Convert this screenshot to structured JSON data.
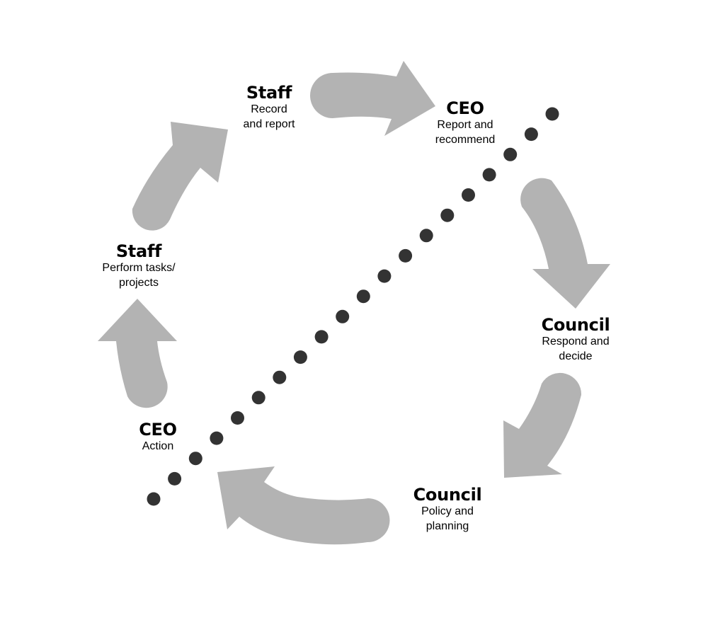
{
  "colors": {
    "arrow": "#b3b3b3",
    "dots": "#333333",
    "text": "#000000",
    "background": "#ffffff"
  },
  "nodes": [
    {
      "id": "staff-record",
      "title": "Staff",
      "description": "Record\nand report"
    },
    {
      "id": "ceo-report",
      "title": "CEO",
      "description": "Report and\nrecommend"
    },
    {
      "id": "council-respond",
      "title": "Council",
      "description": "Respond and\ndecide"
    },
    {
      "id": "council-policy",
      "title": "Council",
      "description": "Policy and\nplanning"
    },
    {
      "id": "ceo-action",
      "title": "CEO",
      "description": "Action"
    },
    {
      "id": "staff-perform",
      "title": "Staff",
      "description": "Perform tasks/\nprojects"
    }
  ],
  "cycle_direction": "clockwise",
  "arrow_count": 6,
  "divider": {
    "style": "dotted-line",
    "dot_count": 20
  }
}
